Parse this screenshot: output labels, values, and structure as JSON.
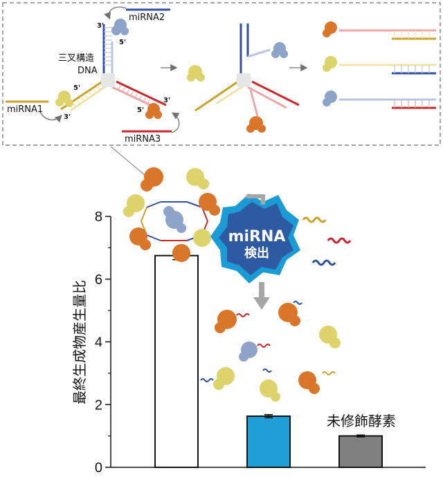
{
  "schematic": {
    "structure_label_line1": "三叉構造",
    "structure_label_line2": "DNA",
    "mirna1": "miRNA1",
    "mirna2": "miRNA2",
    "mirna3": "miRNA3",
    "end5": "5'",
    "end3": "3'"
  },
  "detection_badge": {
    "line1": "miRNA",
    "line2": "検出"
  },
  "colors": {
    "yellow_strand": "#c9a227",
    "blue_strand": "#2f4fa0",
    "red_strand": "#c8262b",
    "badge": "#2e5aa3",
    "badge_halo": "#1b9bd6",
    "bar_cyan": "#1ea0d6",
    "bar_gray": "#808080",
    "enzyme_orange": "#d9762a",
    "enzyme_yellow": "#dcd36a",
    "enzyme_blue": "#8ea3c8",
    "arrow_gray": "#a6a6a6"
  },
  "chart_data": {
    "type": "bar",
    "ylabel": "最終生成物産生量比",
    "ylim": [
      0,
      8
    ],
    "yticks": [
      0,
      2,
      4,
      6,
      8
    ],
    "bar_annotation": "未修飾酵素",
    "values": [
      6.75,
      1.63,
      1.0
    ],
    "errors": [
      0.13,
      0.05,
      0.03
    ],
    "bar_fills": [
      "#ffffff",
      "#1ea0d6",
      "#808080"
    ],
    "annotated_bar_index": 2
  }
}
